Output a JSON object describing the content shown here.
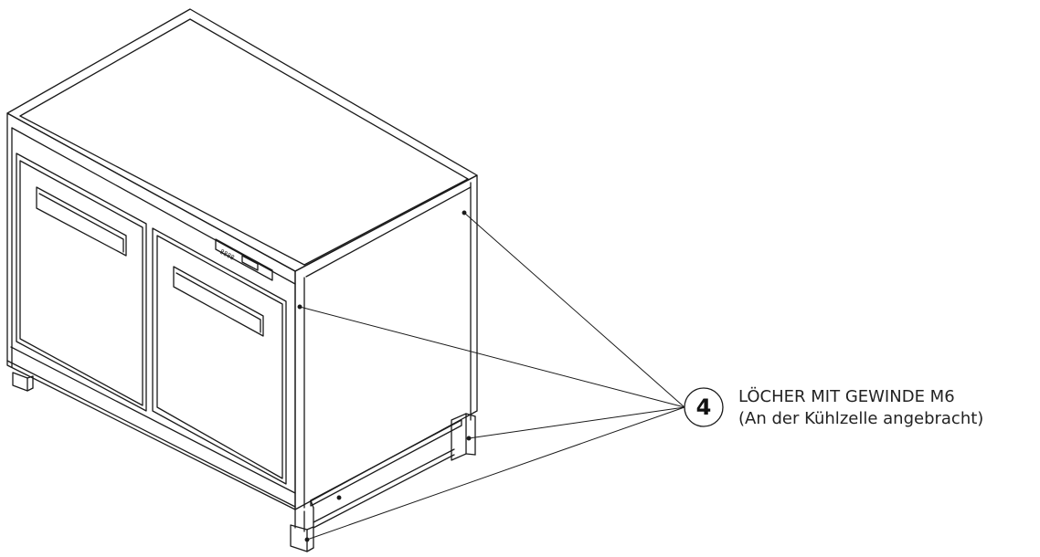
{
  "callout": {
    "number": "4",
    "line1": "LÖCHER MIT GEWINDE M6",
    "line2": "(An der Kühlzelle angebracht)"
  },
  "display_panel": {
    "digits": "8888"
  },
  "colors": {
    "stroke": "#1a1a1a",
    "background": "#ffffff"
  }
}
